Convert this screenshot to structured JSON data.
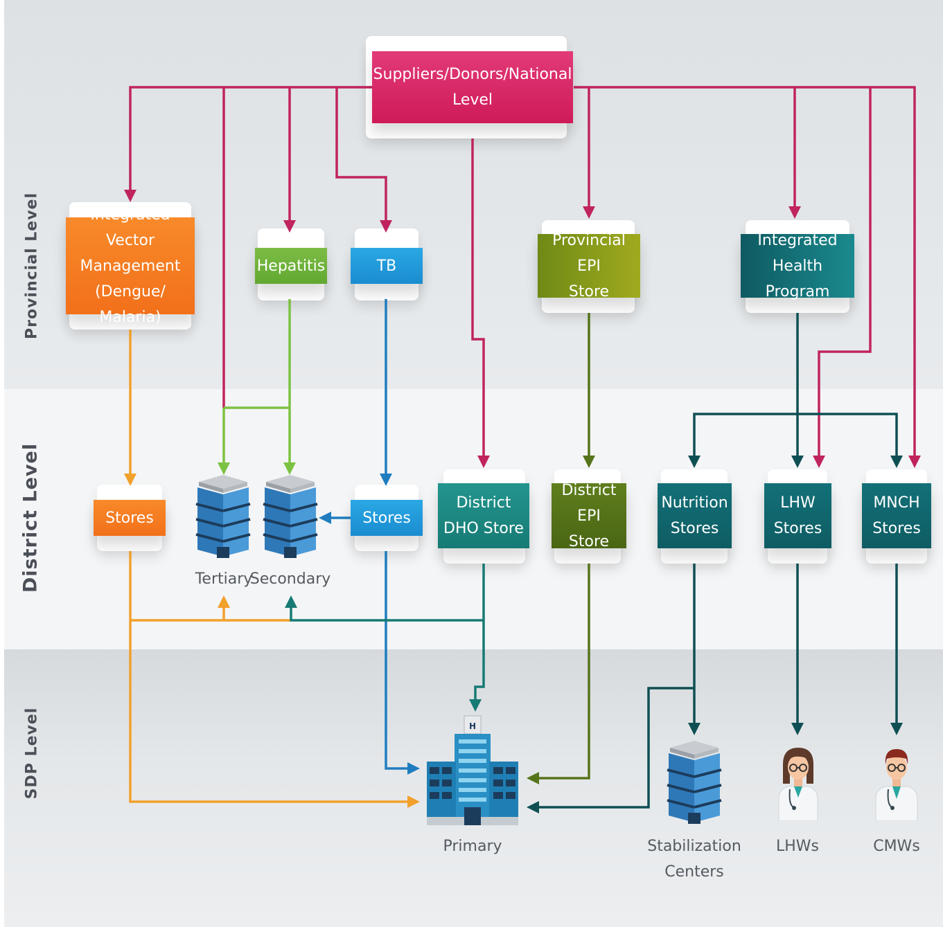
{
  "levels": {
    "provincial": "Provincial Level",
    "district": "District Level",
    "sdp": "SDP Level"
  },
  "nodes": {
    "suppliers": "Suppliers/Donors/National\nLevel",
    "ivm": "Integrated Vector\nManagement\n(Dengue/ Malaria)",
    "hepatitis": "Hepatitis",
    "tb": "TB",
    "prov_epi": "Provincial EPI\nStore",
    "ihp": "Integrated\nHealth Program",
    "ivm_stores": "Stores",
    "tb_stores": "Stores",
    "dho_store": "District\nDHO Store",
    "epi_store": "District\nEPI Store",
    "nutrition_stores": "Nutrition\nStores",
    "lhw_stores": "LHW\nStores",
    "mnch_stores": "MNCH\nStores"
  },
  "facilities": {
    "tertiary": "Tertiary",
    "secondary": "Secondary",
    "primary": "Primary",
    "stabilization": "Stabilization\nCenters",
    "lhws": "LHWs",
    "cmws": "CMWs"
  },
  "colors": {
    "suppliers": "#d81b60",
    "ivm": "#f57c1f",
    "hepatitis": "#6fb13a",
    "tb": "#1e9ad6",
    "prov_epi": "#8a9a1a",
    "ihp": "#136b70",
    "dho": "#1d8a86",
    "epi_district": "#56741a",
    "teal_dark": "#0f5c63",
    "magenta_line": "#c0245e",
    "orange_line": "#f2a02c",
    "green_line": "#7cc242",
    "blue_line": "#1f7dbf",
    "teal_line": "#177a74",
    "olive_line": "#5a6e1a",
    "dark_teal_line": "#0e4f54"
  },
  "icons": [
    "building-icon",
    "hospital-icon",
    "female-health-worker-icon",
    "male-health-worker-icon"
  ]
}
